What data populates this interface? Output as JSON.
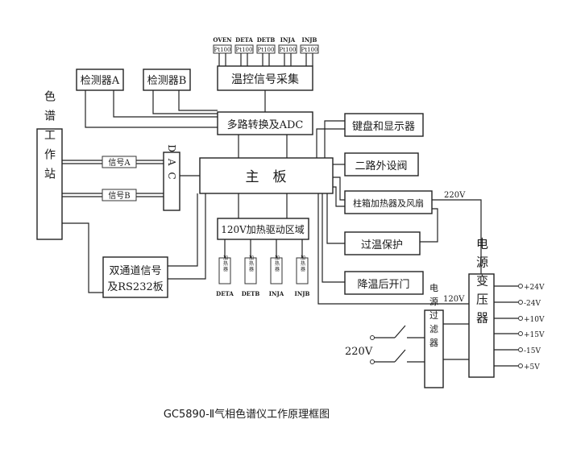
{
  "diagram": {
    "caption": "GC5890-Ⅱ气相色谱仪工作原理框图",
    "sensor_labels": [
      "OVEN",
      "DETA",
      "DETB",
      "INJA",
      "INJB"
    ],
    "pt100": "Pt100",
    "detector_a": "检测器A",
    "detector_b": "检测器B",
    "temp_acq": "温控信号采集",
    "mux_adc": "多路转换及ADC",
    "keyboard_display": "键盘和显示器",
    "valves": "二路外设阀",
    "main_board": "主　板",
    "dac": "DAC",
    "workstation": "色谱工作站",
    "signal_a": "信号A",
    "signal_b": "信号B",
    "column_heater": "柱箱加热器及风扇",
    "overtemp": "过温保护",
    "heater_zone": "120V加热驱动区域",
    "heater_label": "加热器",
    "heater_outputs": [
      "DETA",
      "DETB",
      "INJA",
      "INJB"
    ],
    "dual_channel": "双通道信号",
    "rs232": "及RS232板",
    "cooldown": "降温后开门",
    "power_xfmr": "电源变压器",
    "power_filter": "电源过滤器",
    "v220_top": "220V",
    "v120": "120V",
    "v220_in": "220V",
    "voltages": [
      "+24V",
      "-24V",
      "+10V",
      "+15V",
      "-15V",
      "+5V"
    ]
  }
}
